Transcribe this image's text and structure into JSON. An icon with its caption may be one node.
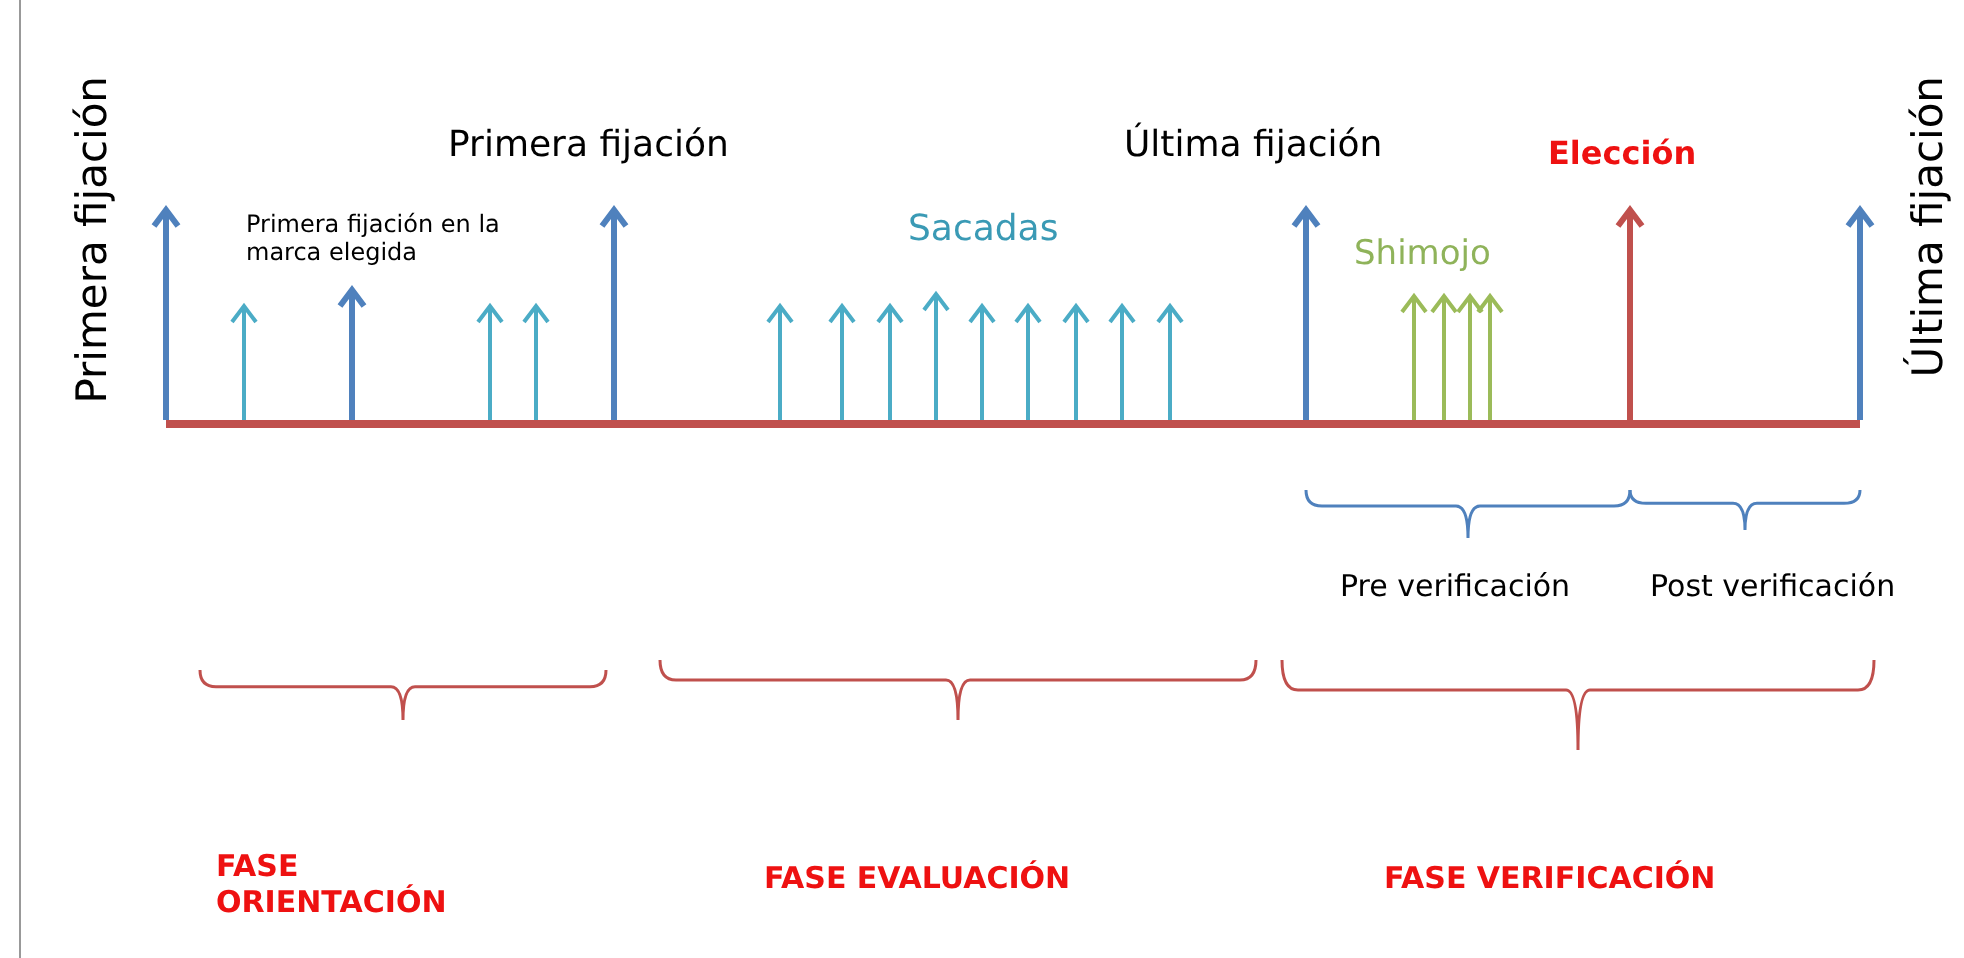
{
  "diagram": {
    "labels": [
      "Primera fijación",
      "Primera fijación",
      "Última fijación",
      "Elección",
      "Última fijación",
      "Primera fijación en la marca elegida",
      "Sacadas",
      "Shimojo",
      "Pre verificación",
      "Post verificación",
      "FASE ORIENTACIÓN",
      "FASE EVALUACIÓN",
      "FASE VERIFICACIÓN"
    ]
  }
}
